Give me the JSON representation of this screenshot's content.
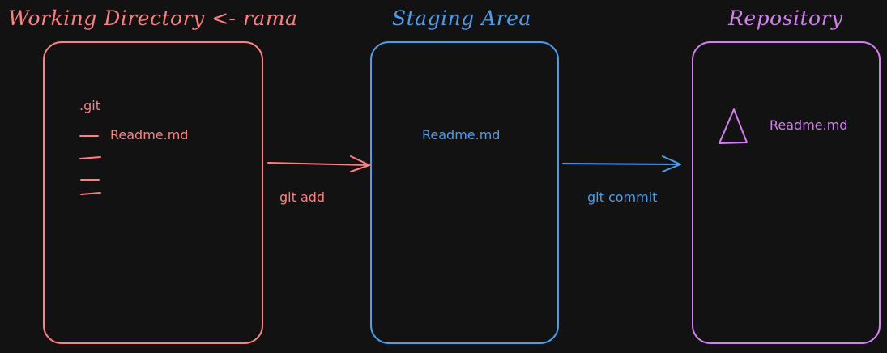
{
  "columns": {
    "working": {
      "title": "Working Directory <- rama",
      "git_folder": ".git",
      "file": "Readme.md"
    },
    "staging": {
      "title": "Staging Area",
      "file": "Readme.md"
    },
    "repository": {
      "title": "Repository",
      "file": "Readme.md"
    }
  },
  "arrows": {
    "add": "git add",
    "commit": "git commit"
  },
  "colors": {
    "background": "#121212",
    "working": "#ff8080",
    "staging": "#4a9eed",
    "repository": "#d27ff2"
  },
  "icons": {
    "repository_marker": "triangle-icon"
  }
}
